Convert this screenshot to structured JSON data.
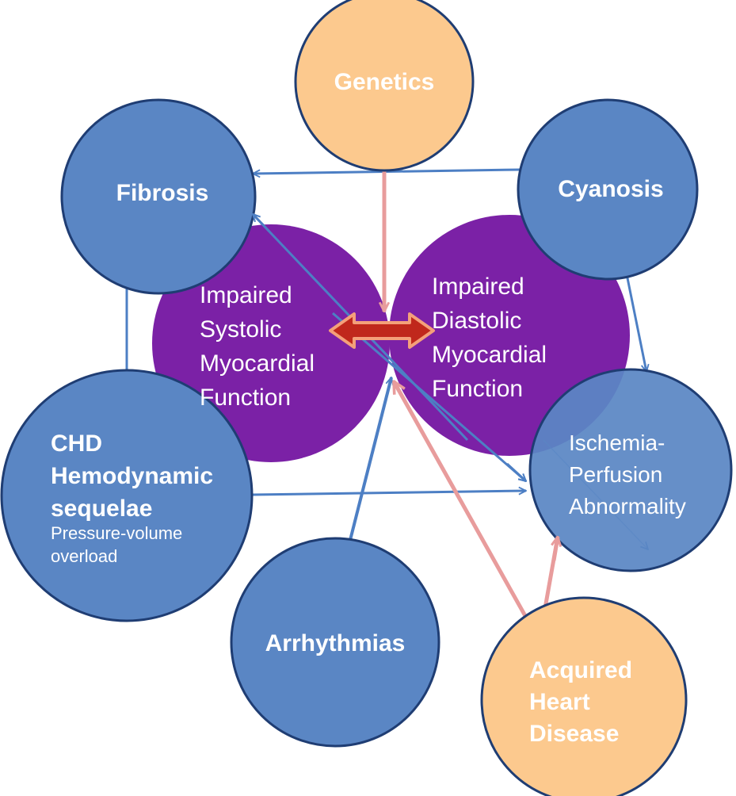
{
  "colors": {
    "blue_node_fill": "#5a86c4",
    "blue_node_stroke": "#1f3d73",
    "orange_node_fill": "#fcc98e",
    "orange_node_stroke": "#1f3d73",
    "purple_node_fill": "#7b21a6",
    "blue_arrow": "#4d7fc4",
    "pink_arrow": "#e89c9c",
    "double_arrow_fill": "#c0281c",
    "double_arrow_stroke": "#f4a07a",
    "label_text": "#ffffff"
  },
  "nodes": {
    "genetics": {
      "label": "Genetics"
    },
    "fibrosis": {
      "label": "Fibrosis"
    },
    "cyanosis": {
      "label": "Cyanosis"
    },
    "systolic": {
      "lines": [
        "Impaired",
        "Systolic",
        "Myocardial",
        "Function"
      ]
    },
    "diastolic": {
      "lines": [
        "Impaired",
        "Diastolic",
        "Myocardial",
        "Function"
      ]
    },
    "chd": {
      "lines": [
        "CHD",
        "Hemodynamic",
        "sequelae"
      ],
      "sub_lines": [
        "Pressure-volume",
        "overload"
      ]
    },
    "ischemia": {
      "lines": [
        "Ischemia-",
        "Perfusion",
        "Abnormality"
      ]
    },
    "arrhythmias": {
      "label": "Arrhythmias"
    },
    "acquired": {
      "lines": [
        "Acquired",
        "Heart",
        "Disease"
      ]
    }
  },
  "edges": [
    {
      "from": "genetics",
      "to": "myocardial-function",
      "color": "pink"
    },
    {
      "from": "cyanosis",
      "to": "fibrosis",
      "color": "blue"
    },
    {
      "from": "cyanosis",
      "to": "ischemia",
      "color": "blue"
    },
    {
      "from": "chd",
      "to": "fibrosis",
      "color": "blue"
    },
    {
      "from": "chd",
      "to": "ischemia",
      "color": "blue"
    },
    {
      "from": "ischemia",
      "to": "fibrosis",
      "color": "blue"
    },
    {
      "from": "fibrosis",
      "to": "ischemia",
      "color": "blue"
    },
    {
      "from": "arrhythmias",
      "to": "myocardial-function",
      "color": "blue"
    },
    {
      "from": "acquired",
      "to": "myocardial-function",
      "color": "pink"
    },
    {
      "from": "acquired",
      "to": "ischemia",
      "color": "pink"
    },
    {
      "from": "systolic",
      "to": "diastolic",
      "color": "red",
      "bidirectional": true
    }
  ]
}
